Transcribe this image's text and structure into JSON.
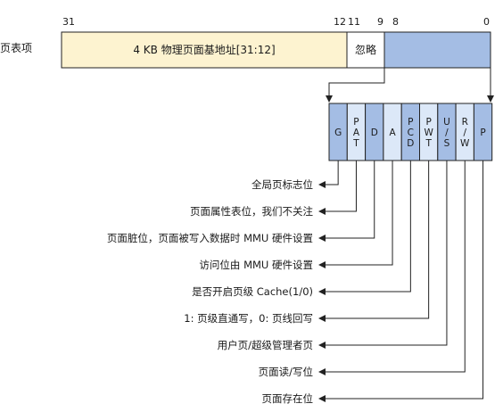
{
  "row_label": "页表项",
  "bit_numbers": [
    "31",
    "12",
    "11",
    "9",
    "8",
    "0"
  ],
  "fields": {
    "base_address": "4 KB 物理页面基地址[31:12]",
    "ignored": "忽略"
  },
  "flag_bits": [
    {
      "lines": [
        "G"
      ],
      "description": "全局页标志位"
    },
    {
      "lines": [
        "P",
        "A",
        "T"
      ],
      "description": "页面属性表位，我们不关注"
    },
    {
      "lines": [
        "D"
      ],
      "description": "页面脏位，页面被写入数据时 MMU 硬件设置"
    },
    {
      "lines": [
        "A"
      ],
      "description": "访问位由 MMU 硬件设置"
    },
    {
      "lines": [
        "P",
        "C",
        "D"
      ],
      "description": "是否开启页级 Cache(1/0)"
    },
    {
      "lines": [
        "P",
        "W",
        "T"
      ],
      "description": "1: 页级直通写，0: 页线回写"
    },
    {
      "lines": [
        "U",
        "/",
        "S"
      ],
      "description": "用户页/超级管理者页"
    },
    {
      "lines": [
        "R",
        "/",
        "W"
      ],
      "description": "页面读/写位"
    },
    {
      "lines": [
        "P"
      ],
      "description": "页面存在位"
    }
  ],
  "colors": {
    "base_fill": "#fdf3d0",
    "flags_fill": "#a4bde4",
    "flag_dark": "#a4bde4",
    "flag_light": "#dce8f8",
    "stroke": "#222222"
  }
}
